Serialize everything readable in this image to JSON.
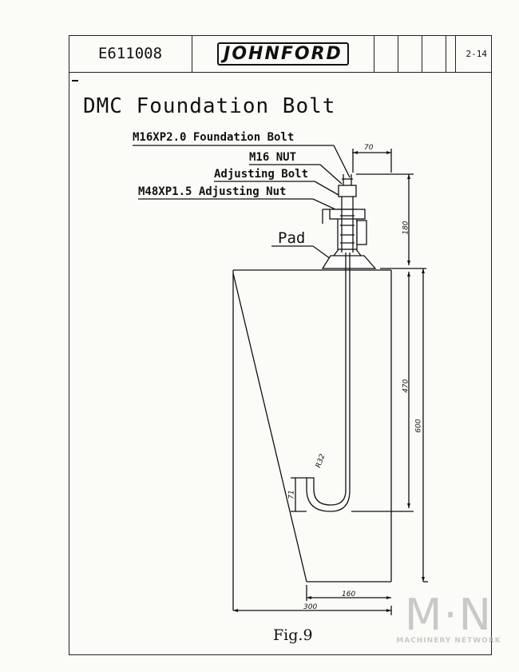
{
  "header": {
    "doc_number": "E611008",
    "brand": "JOHNFORD",
    "page": "2-14"
  },
  "title": "DMC Foundation Bolt",
  "labels": {
    "foundation_bolt": "M16XP2.0 Foundation Bolt",
    "nut": "M16  NUT",
    "adjusting_bolt": "Adjusting  Bolt",
    "adjusting_nut": "M48XP1.5 Adjusting Nut",
    "pad": "Pad"
  },
  "dimensions": {
    "d70": "70",
    "d180": "180",
    "d470": "470",
    "d600": "600",
    "d71": "71",
    "r32": "R32",
    "d160": "160",
    "d300": "300"
  },
  "caption": "Fig.9",
  "watermark": {
    "mark": "M·N",
    "text": "MACHINERY NETWORK"
  }
}
